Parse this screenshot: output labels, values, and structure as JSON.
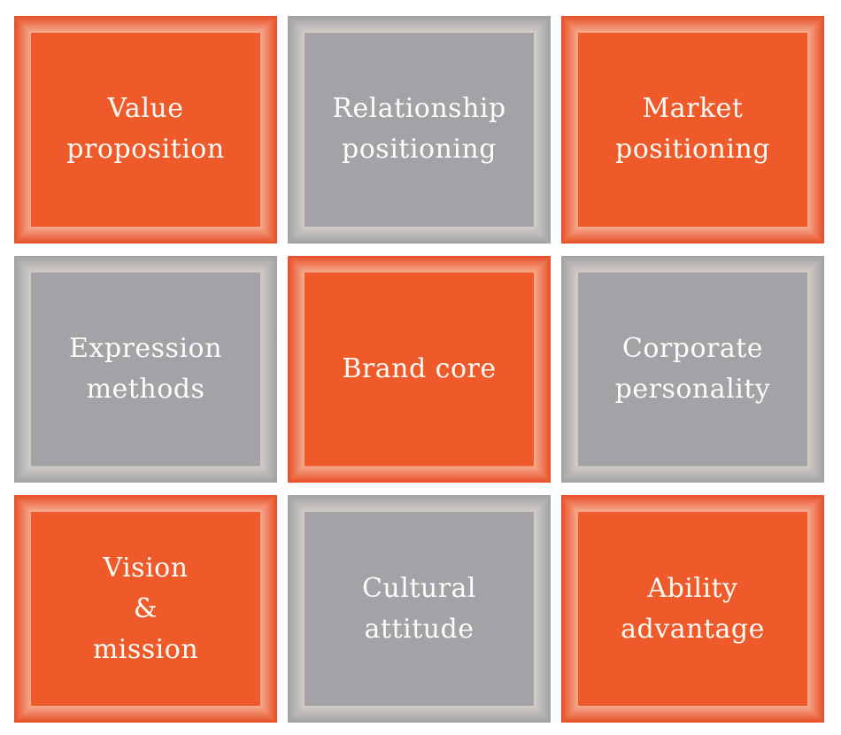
{
  "diagram": {
    "type": "brand-model-grid",
    "rows": 3,
    "cols": 3
  },
  "colors": {
    "background": "#FFFFFF",
    "orange_fill": "#EF5A2B",
    "orange_edge_outer": "#E64E26",
    "orange_edge_inner": "#F7AC90",
    "gray_fill": "#A3A3A7",
    "gray_edge_outer": "#A0A0A4",
    "gray_edge_inner": "#D3CDC7",
    "text": "#FCFCF9"
  },
  "tiles": [
    {
      "id": "value-proposition",
      "label": "Value\nproposition",
      "variant": "orange",
      "row": 1,
      "col": 1
    },
    {
      "id": "relationship-positioning",
      "label": "Relationship\npositioning",
      "variant": "gray",
      "row": 1,
      "col": 2
    },
    {
      "id": "market-positioning",
      "label": "Market\npositioning",
      "variant": "orange",
      "row": 1,
      "col": 3
    },
    {
      "id": "expression-methods",
      "label": "Expression\nmethods",
      "variant": "gray",
      "row": 2,
      "col": 1
    },
    {
      "id": "brand-core",
      "label": "Brand core",
      "variant": "orange",
      "row": 2,
      "col": 2
    },
    {
      "id": "corporate-personality",
      "label": "Corporate\npersonality",
      "variant": "gray",
      "row": 2,
      "col": 3
    },
    {
      "id": "vision-mission",
      "label": "Vision\n&\nmission",
      "variant": "orange",
      "row": 3,
      "col": 1
    },
    {
      "id": "cultural-attitude",
      "label": "Cultural\nattitude",
      "variant": "gray",
      "row": 3,
      "col": 2
    },
    {
      "id": "ability-advantage",
      "label": "Ability\nadvantage",
      "variant": "orange",
      "row": 3,
      "col": 3
    }
  ]
}
